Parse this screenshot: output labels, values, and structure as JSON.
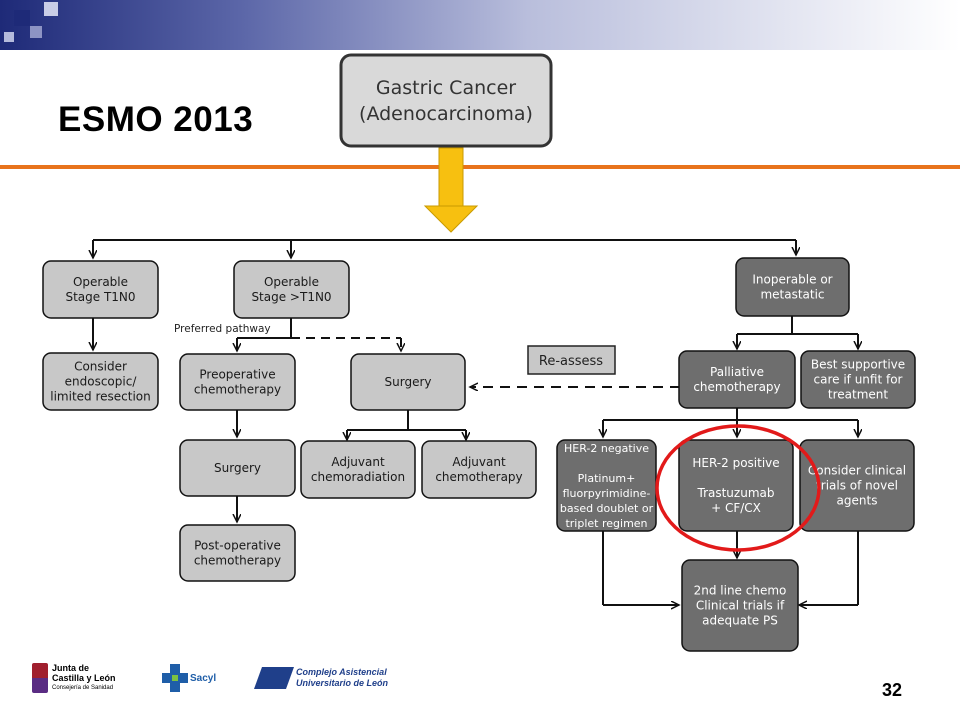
{
  "slide": {
    "title": "ESMO 2013",
    "page_number": "32"
  },
  "colors": {
    "light_box": "#c8c8c8",
    "dark_box": "#6e6e6e",
    "root_box": "#d9d9d9",
    "arrow_yellow": "#f7c010",
    "highlight": "#e21a1a",
    "rule": "#e8731c"
  },
  "diagram": {
    "root": [
      "Gastric Cancer",
      "(Adenocarcinoma)"
    ],
    "nodes": {
      "operable_t1n0": [
        "Operable",
        "Stage T1N0"
      ],
      "operable_gt": [
        "Operable",
        "Stage >T1N0"
      ],
      "inoperable": [
        "Inoperable or",
        "metastatic"
      ],
      "endoscopic": [
        "Consider",
        "endoscopic/",
        "limited resection"
      ],
      "preop_chemo": [
        "Preoperative",
        "chemotherapy"
      ],
      "surgery_mid": [
        "Surgery"
      ],
      "palliative": [
        "Palliative",
        "chemotherapy"
      ],
      "best_supportive": [
        "Best supportive",
        "care if unfit for",
        "treatment"
      ],
      "surgery_left": [
        "Surgery"
      ],
      "postop_chemo": [
        "Post-operative",
        "chemotherapy"
      ],
      "adj_chemorad": [
        "Adjuvant",
        "chemoradiation"
      ],
      "adj_chemo": [
        "Adjuvant",
        "chemotherapy"
      ],
      "her2_neg": [
        "HER-2 negative",
        "",
        "Platinum+",
        "fluorpyrimidine-",
        "based doublet or",
        "triplet regimen"
      ],
      "her2_pos": [
        "HER-2 positive",
        "",
        "Trastuzumab",
        "+ CF/CX"
      ],
      "clinical_trials": [
        "Consider clinical",
        "trials of novel",
        "agents"
      ],
      "second_line": [
        "2nd line chemo",
        "Clinical trials if",
        "adequate PS"
      ]
    },
    "preferred_pathway": "Preferred pathway",
    "reassess": "Re-assess"
  },
  "footer": {
    "logo1_line1": "Junta de",
    "logo1_line2": "Castilla y León",
    "logo1_line3": "Consejería de Sanidad",
    "logo2": "Sacyl",
    "logo3_line1": "Complejo Asistencial",
    "logo3_line2": "Universitario de León"
  }
}
